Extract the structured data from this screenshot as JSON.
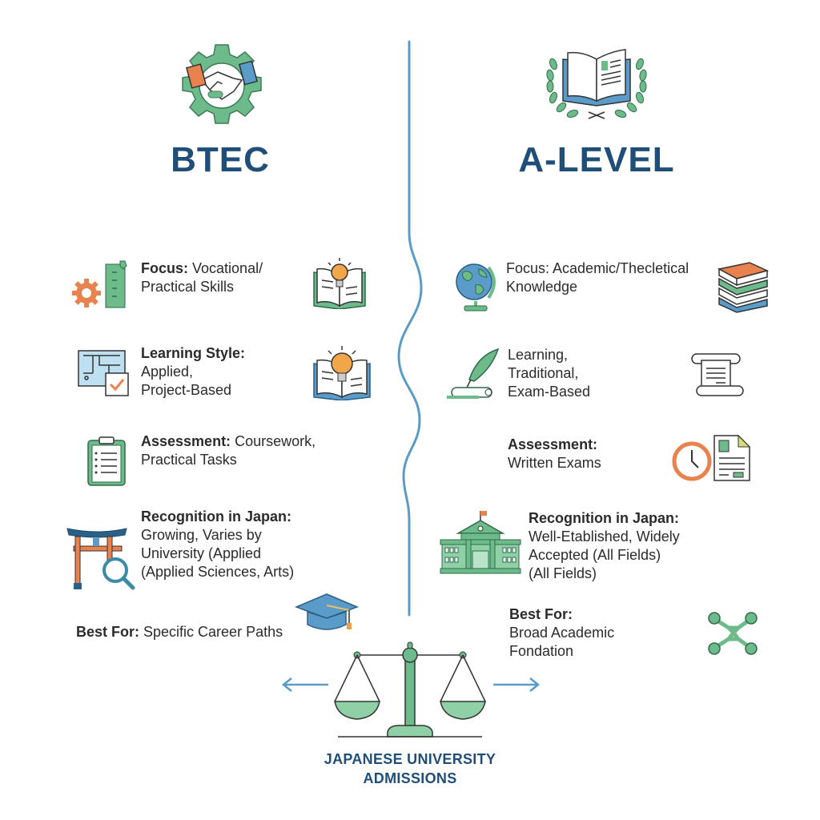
{
  "left": {
    "title": "BTEC",
    "items": [
      {
        "label": "Focus:",
        "text": " Vocational/",
        "text2": "Practical Skills"
      },
      {
        "label": "Learning Style:",
        "text": "Applied,",
        "text2": "Project-Based"
      },
      {
        "label": "Assessment:",
        "text": " Coursework,",
        "text2": "Practical Tasks"
      },
      {
        "label": "Recognition in Japan:",
        "text": "Growing, Varies by",
        "text2": "University (Applied",
        "text3": "(Applied Sciences, Arts)"
      },
      {
        "label": "Best For:",
        "text": " Specific Career Paths"
      }
    ]
  },
  "right": {
    "title": "A-LEVEL",
    "items": [
      {
        "text": "Focus: Academic/Thecletical",
        "text2": "Knowledge"
      },
      {
        "text": "Learning,",
        "text2": "Traditional,",
        "text3": "Exam-Based"
      },
      {
        "label": "Assessment:",
        "text": "Written Exams"
      },
      {
        "label": "Recognition in Japan:",
        "text": "Well-Etablished, Widely",
        "text2": "Accepted (All Fields)",
        "text3": "(All Fields)"
      },
      {
        "label": "Best For:",
        "text": "Broad Academic",
        "text2": "Fondation"
      }
    ]
  },
  "footer": {
    "line1": "JAPANESE UNIVERSITY",
    "line2": "ADMISSIONS"
  },
  "colors": {
    "title": "#1f4e79",
    "green": "#6dbb8a",
    "blue": "#5a9bc9",
    "orange": "#e8834f",
    "divider": "#5b9bc4"
  },
  "icons": {
    "btec_logo": "gear-handshake-icon",
    "alevel_logo": "book-laurel-icon",
    "balance": "scales-icon"
  }
}
